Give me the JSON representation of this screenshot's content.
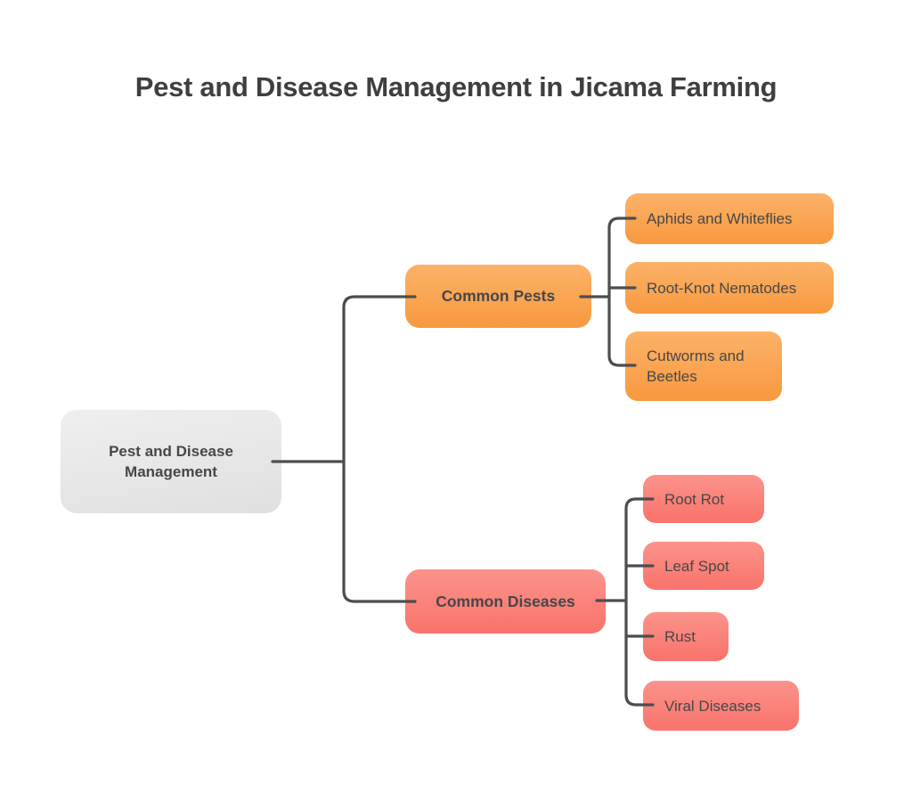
{
  "title": "Pest and Disease Management in Jicama Farming",
  "colors": {
    "title-text": "#3f3f3f",
    "node-text": "#474747",
    "edge-line": "#4d4d4d",
    "root-grad-top": "#efefef",
    "root-grad-bottom": "#e0e0e0",
    "pest-grad-top": "#fcb269",
    "pest-grad-bottom": "#f8993f",
    "disease-grad-top": "#fb938b",
    "disease-grad-bottom": "#f9736b"
  },
  "diagram": {
    "root": {
      "label": "Pest and Disease Management"
    },
    "branches": [
      {
        "label": "Common Pests",
        "children": [
          {
            "label": "Aphids and Whiteflies"
          },
          {
            "label": "Root-Knot Nematodes"
          },
          {
            "label": "Cutworms and Beetles"
          }
        ]
      },
      {
        "label": "Common Diseases",
        "children": [
          {
            "label": "Root Rot"
          },
          {
            "label": "Leaf Spot"
          },
          {
            "label": "Rust"
          },
          {
            "label": "Viral Diseases"
          }
        ]
      }
    ]
  }
}
